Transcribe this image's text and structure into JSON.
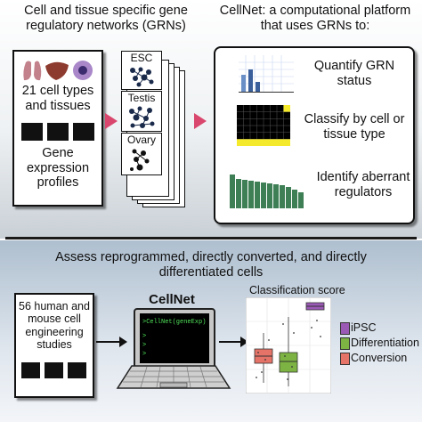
{
  "top": {
    "title_left": "Cell and tissue specific gene regulatory networks (GRNs)",
    "title_right": "CellNet: a computational platform that uses GRNs to:",
    "cell_types": "21 cell types and tissues",
    "expression": "Gene expression profiles",
    "grn_labels": [
      "ESC",
      "Testis",
      "Ovary"
    ],
    "functions": [
      "Quantify GRN status",
      "Classify by cell or tissue type",
      "Identify aberrant regulators"
    ]
  },
  "bottom": {
    "title": "Assess reprogrammed, directly converted, and directly differentiated cells",
    "studies": "56 human and mouse cell engineering studies",
    "cellnet_label": "CellNet",
    "code_line": ">CellNet(geneExp)",
    "prompts": [
      ">",
      ">",
      ">"
    ],
    "score_title": "Classification score",
    "legend": [
      {
        "label": "iPSC",
        "color": "#9b59b6"
      },
      {
        "label": "Differentiation",
        "color": "#7cb342"
      },
      {
        "label": "Conversion",
        "color": "#e57368"
      }
    ]
  },
  "colors": {
    "accent_pink": "#d9476e",
    "bar_blue": "#6a8fc7",
    "bar_green": "#3f7f55",
    "heat_yellow": "#f4e92a"
  }
}
